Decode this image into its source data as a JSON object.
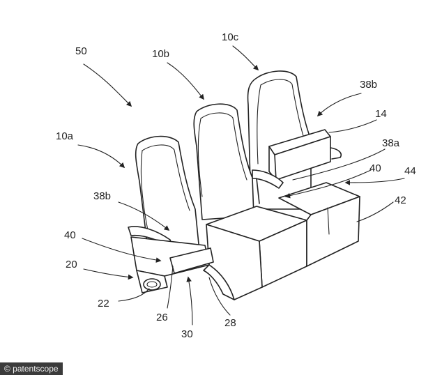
{
  "figure": {
    "labels": {
      "ref_50": "50",
      "ref_10a": "10a",
      "ref_10b": "10b",
      "ref_10c": "10c",
      "ref_38b_right": "38b",
      "ref_14": "14",
      "ref_38a": "38a",
      "ref_40_right": "40",
      "ref_44": "44",
      "ref_42": "42",
      "ref_38b_left": "38b",
      "ref_40_left": "40",
      "ref_20": "20",
      "ref_22": "22",
      "ref_26": "26",
      "ref_30": "30",
      "ref_28": "28"
    }
  },
  "watermark": "© patentscope"
}
